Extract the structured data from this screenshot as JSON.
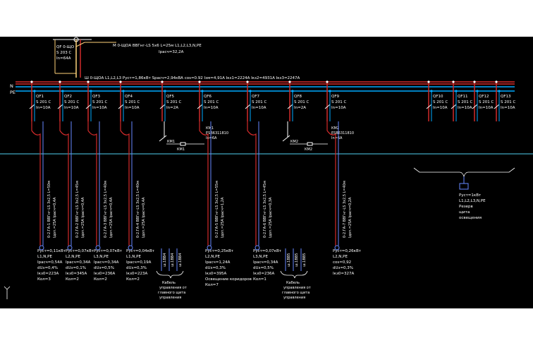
{
  "input": {
    "cable": "М 0-ЩОА ВВГнг-LS 5х6 L=25м L1,L2,L3,N,PE",
    "current": "Iрасч=32,2А",
    "breaker": [
      "QF 0-ЩО",
      "S 203 C",
      "In=64A"
    ]
  },
  "panel_label": "Ш 0-ЩОА L1,L2,L3 Руст=1,86кВт Sрасч=2,94кВА cos=0.92 Iзм=4,91А Iкз1=2224А Iкз2=4931А Iкз3=2247А",
  "buses": [
    "N",
    "PE"
  ],
  "breakers": [
    {
      "name": "QF1",
      "type": "S 201 C",
      "rating": "In=10A"
    },
    {
      "name": "QF2",
      "type": "S 201 C",
      "rating": "In=10A"
    },
    {
      "name": "QF3",
      "type": "S 201 C",
      "rating": "In=10A"
    },
    {
      "name": "QF4",
      "type": "S 201 C",
      "rating": "In=10A"
    },
    {
      "name": "QF5",
      "type": "S 201 C",
      "rating": "In=2A"
    },
    {
      "name": "QF6",
      "type": "S 201 C",
      "rating": "In=10A"
    },
    {
      "name": "QF7",
      "type": "S 201 C",
      "rating": "In=10A"
    },
    {
      "name": "QF8",
      "type": "S 201 C",
      "rating": "In=2A"
    },
    {
      "name": "QF9",
      "type": "S 201 C",
      "rating": "In=10A"
    },
    {
      "name": "QF10",
      "type": "S 201 C",
      "rating": "In=10A"
    },
    {
      "name": "QF11",
      "type": "S 201 C",
      "rating": "In=10A"
    },
    {
      "name": "QF12",
      "type": "S 201 C",
      "rating": "In=10A"
    },
    {
      "name": "QF13",
      "type": "S 201 C",
      "rating": "In=10A"
    }
  ],
  "contactors": [
    {
      "name": "КМ1",
      "rcd": [
        "КМ1",
        "ESB6311810",
        "In=6A"
      ]
    },
    {
      "name": "КМ2",
      "rcd": [
        "КМ2",
        "ESB6311810",
        "In=6A"
      ]
    }
  ],
  "cables": [
    [
      "0-2.ГА-1 ВВГнг-LS 3х2,5 L=50м",
      "Iдоп.=25А Iрасч=0,4А"
    ],
    [
      "0-2.ГА-2 ВВГнг-LS 3х2,5 L=45м",
      "Iдоп.=25А Iрасч=0,4А"
    ],
    [
      "0-2.ГА-3 ВВГнг-LS 3х2,5 L=40м",
      "Iдоп.=25А Iрасч=0,4А"
    ],
    [
      "0-2.ГА-4 ВВГнг-LS 3х2,5 L=40м",
      "Iдоп.=25А Iрасч=0,4А"
    ],
    [
      "0-2.ГА-5 ВВГнг-LS 3х2,5 L=55м",
      "Iдоп.=25А Iрасч=1,2А"
    ],
    [
      "0-2.ГА-6 ВВГнг-LS 3х2,5 L=45м",
      "Iдоп.=25А Iрасч=0,3А"
    ],
    [
      "0-2.ГА-7 ВВГнг-LS 3х2,5 L=40м",
      "Iдоп.=25А Iрасч=0,2А"
    ]
  ],
  "loads": [
    [
      "Руст=0,11кВт",
      "L1,N,PE",
      "Iрасч=0,54А",
      "dUз=0,4%",
      "Iкз0=223А",
      "Кол=3"
    ],
    [
      "Руст=0,07кВт",
      "L2,N,PE",
      "Iрасч=0,34А",
      "dUз=0,1%",
      "Iкз0=345А",
      "Кол=2"
    ],
    [
      "Руст=0,07кВт",
      "L3,N,PE",
      "Iрасч=0,34А",
      "dUз=0,5%",
      "Iкз0=236А",
      "Кол=2"
    ],
    [
      "Руст=0,04кВт",
      "L1,N,PE",
      "Iрасч=0,19А",
      "dUз=0,3%",
      "Iкз0=223А",
      "Кол=2"
    ],
    [
      "Руст=0,25кВт",
      "L2,N,PE",
      "Iрасч=1,24А",
      "dUз=0,3%",
      "Iкз0=395А",
      "Освещение коридоров",
      "Кол=7"
    ],
    [
      "Руст=0,07кВт",
      "L3,N,PE",
      "Iрасч=0,34А",
      "dUз=0,5%",
      "Iкз0=236А",
      "Кол=1"
    ],
    [
      "Руст=0,26кВт",
      "L2,N,PE",
      "cos=0,92",
      "dUз=0,3%",
      "Iкз0=327А"
    ]
  ],
  "control_cable_1": {
    "wires": [
      "ш.1ВВ4",
      "ш.1ВВ4",
      "ш.1ВВ4"
    ],
    "label": [
      "Кабель",
      "управления от",
      "главного щита",
      "управления"
    ]
  },
  "control_cable_2": {
    "wires": [
      "ш.1ВВ5",
      "ш.1ВВ5",
      "ш.1ВВ5"
    ],
    "label": [
      "Кабель",
      "управления от",
      "главного щита",
      "управления"
    ]
  },
  "reserve": [
    "Руст=1кВт",
    "L1,L2,L3,N,PE",
    "Резерв",
    "щита",
    "освещения"
  ],
  "colors": {
    "background": "#000000",
    "bus": "#00aaff",
    "phase": "#d12a2a",
    "text": "#ffffff",
    "feeder": "#6688ff",
    "neutral": "#4fd0f0",
    "annotation": "#ffd27a"
  }
}
